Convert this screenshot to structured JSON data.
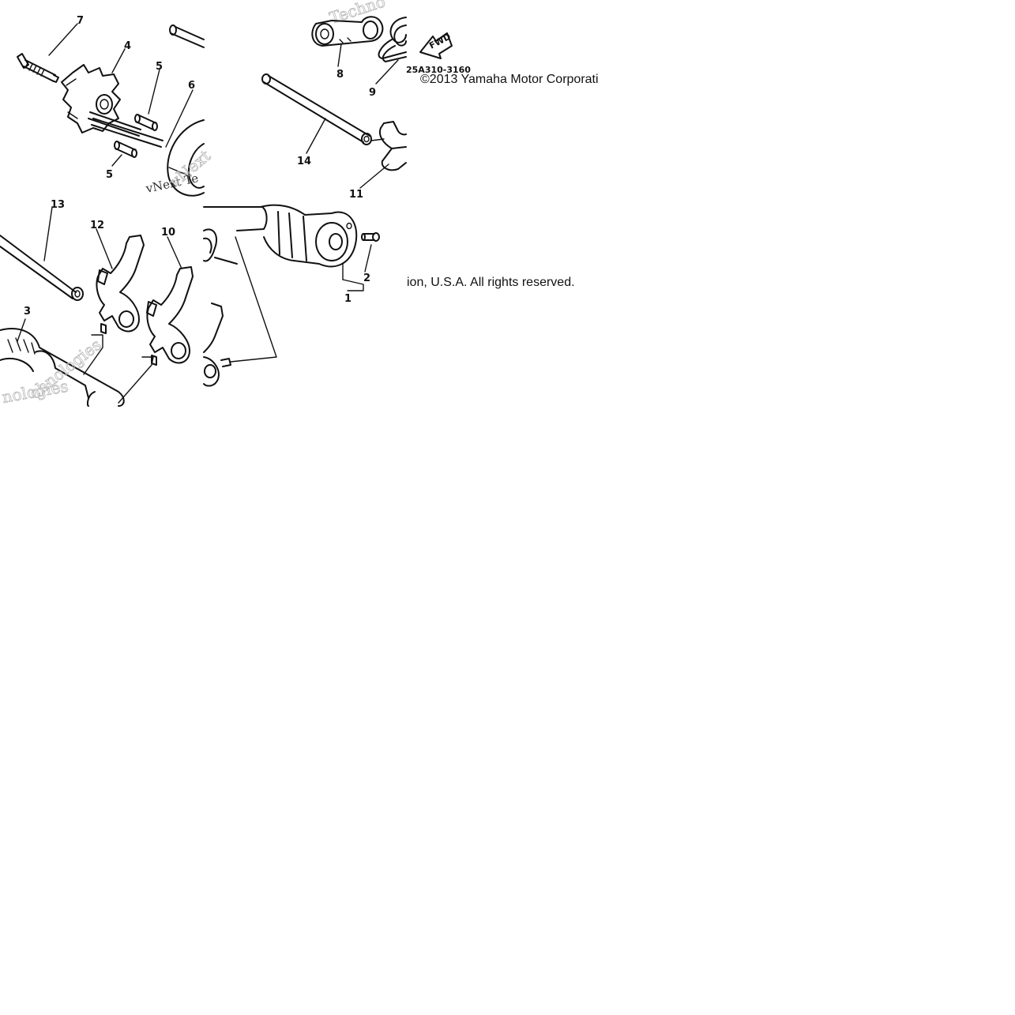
{
  "diagram": {
    "part_code": "25A310-3160",
    "fwd_label": "FWD",
    "callouts": [
      "7",
      "4",
      "5",
      "6",
      "5",
      "8",
      "9",
      "14",
      "11",
      "13",
      "12",
      "10",
      "3",
      "2",
      "1"
    ],
    "watermark": [
      "Techno",
      "vNext Te",
      "vNext",
      "nologies",
      "chnologies"
    ],
    "copyright_line1": "©2013 Yamaha Motor Corporati",
    "copyright_line2": "ion, U.S.A. All rights reserved."
  }
}
